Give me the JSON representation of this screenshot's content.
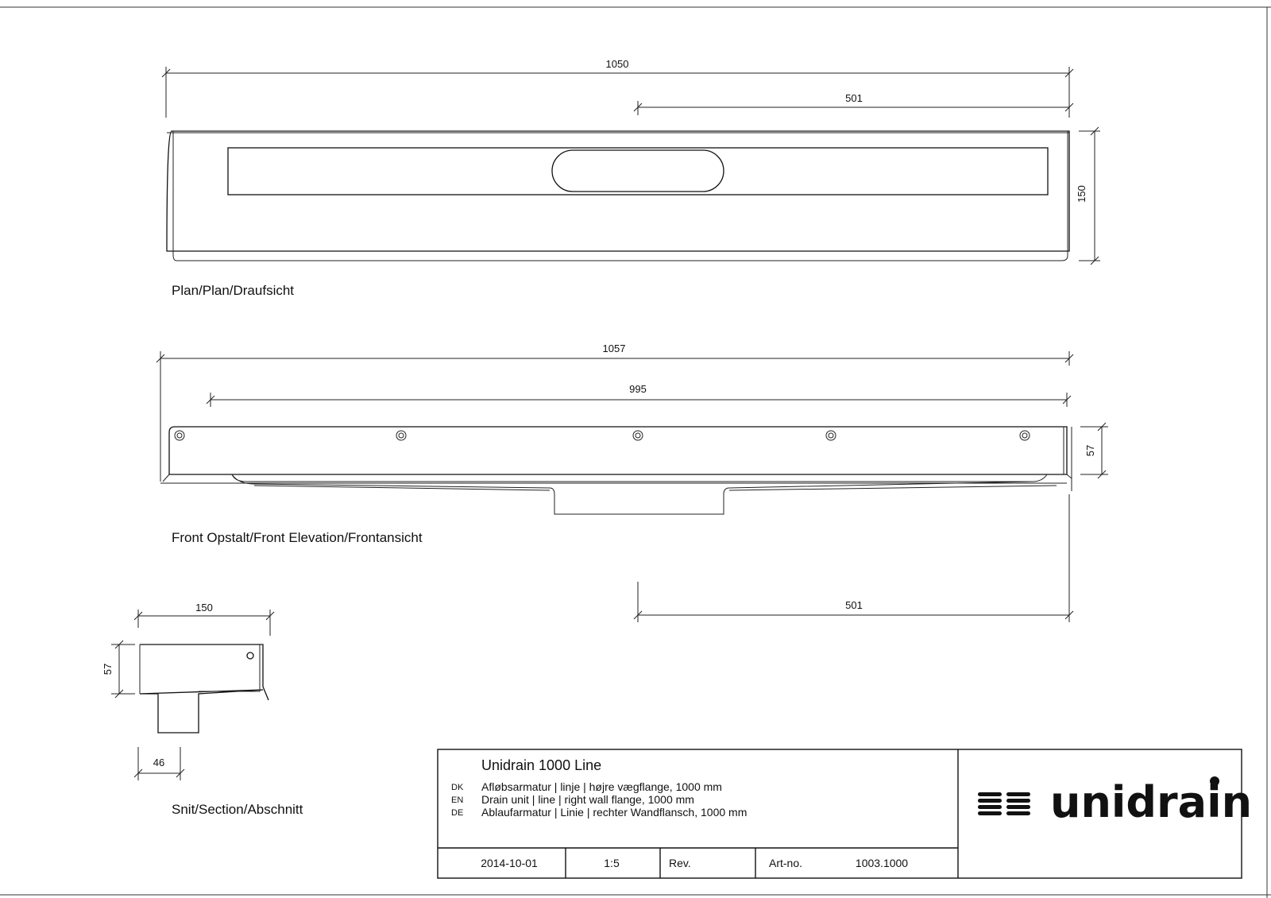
{
  "plan": {
    "dim_total": "1050",
    "dim_center": "501",
    "dim_width": "150",
    "caption": "Plan/Plan/Draufsicht"
  },
  "front": {
    "dim_total": "1057",
    "dim_inner": "995",
    "dim_height": "57",
    "dim_center": "501",
    "caption": "Front Opstalt/Front Elevation/Frontansicht"
  },
  "section": {
    "dim_width": "150",
    "dim_height": "57",
    "dim_outlet": "46",
    "caption": "Snit/Section/Abschnitt"
  },
  "title_block": {
    "product": "Unidrain 1000 Line",
    "descriptions": [
      {
        "lang": "DK",
        "text": "Afløbsarmatur | linje | højre vægflange, 1000 mm"
      },
      {
        "lang": "EN",
        "text": "Drain unit | line | right wall flange, 1000 mm"
      },
      {
        "lang": "DE",
        "text": "Ablaufarmatur | Linie | rechter Wandflansch, 1000 mm"
      }
    ],
    "date": "2014-10-01",
    "scale": "1:5",
    "rev_label": "Rev.",
    "art_label": "Art-no.",
    "art_no": "1003.1000",
    "logo_text": "unidrain"
  }
}
